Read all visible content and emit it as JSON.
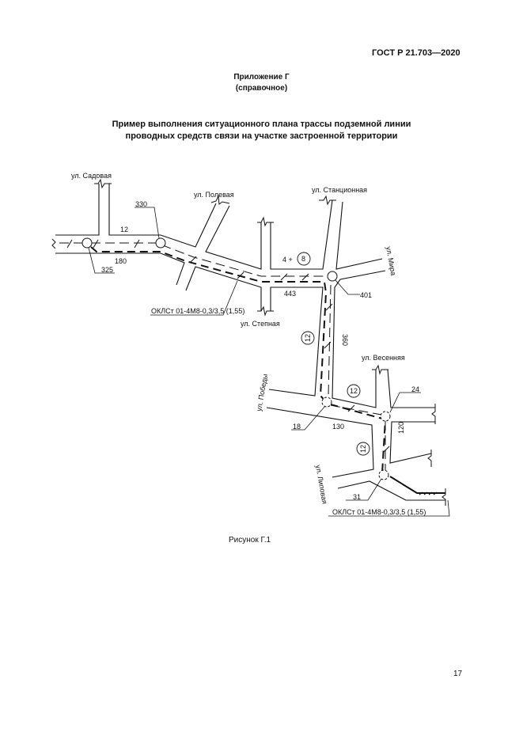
{
  "header": {
    "standard": "ГОСТ Р 21.703—2020"
  },
  "appendix": {
    "title": "Приложение Г",
    "subtitle": "(справочное)"
  },
  "title": {
    "line1": "Пример выполнения ситуационного плана трассы подземной линии",
    "line2": "проводных средств связи на участке застроенной территории"
  },
  "diagram": {
    "streets": {
      "sadovaya": "ул. Садовая",
      "polevaya": "ул. Полевая",
      "stantsionnaya": "ул. Станционная",
      "mira": "ул. Мира",
      "stepnaya": "ул. Степная",
      "vesennyaya": "ул. Весенняя",
      "pobedy": "ул. Победы",
      "lipovaya": "ул. Липовая"
    },
    "labels": {
      "d12": "12",
      "d180": "180",
      "n330": "330",
      "n325": "325",
      "ducts": "4 +",
      "ducts_circle": "8",
      "d443": "443",
      "n401": "401",
      "d360": "360",
      "c12a": "12",
      "c12b": "12",
      "c12c": "12",
      "n24": "24",
      "n18": "18",
      "d130": "130",
      "d120": "120",
      "n31": "31",
      "cable1": "ОКЛСт 01-4М8-0,3/3,5 (1,55)",
      "cable2": "ОКЛСт 01-4М8-0,3/3,5 (1,55)"
    }
  },
  "caption": "Рисунок Г.1",
  "page_number": "17"
}
